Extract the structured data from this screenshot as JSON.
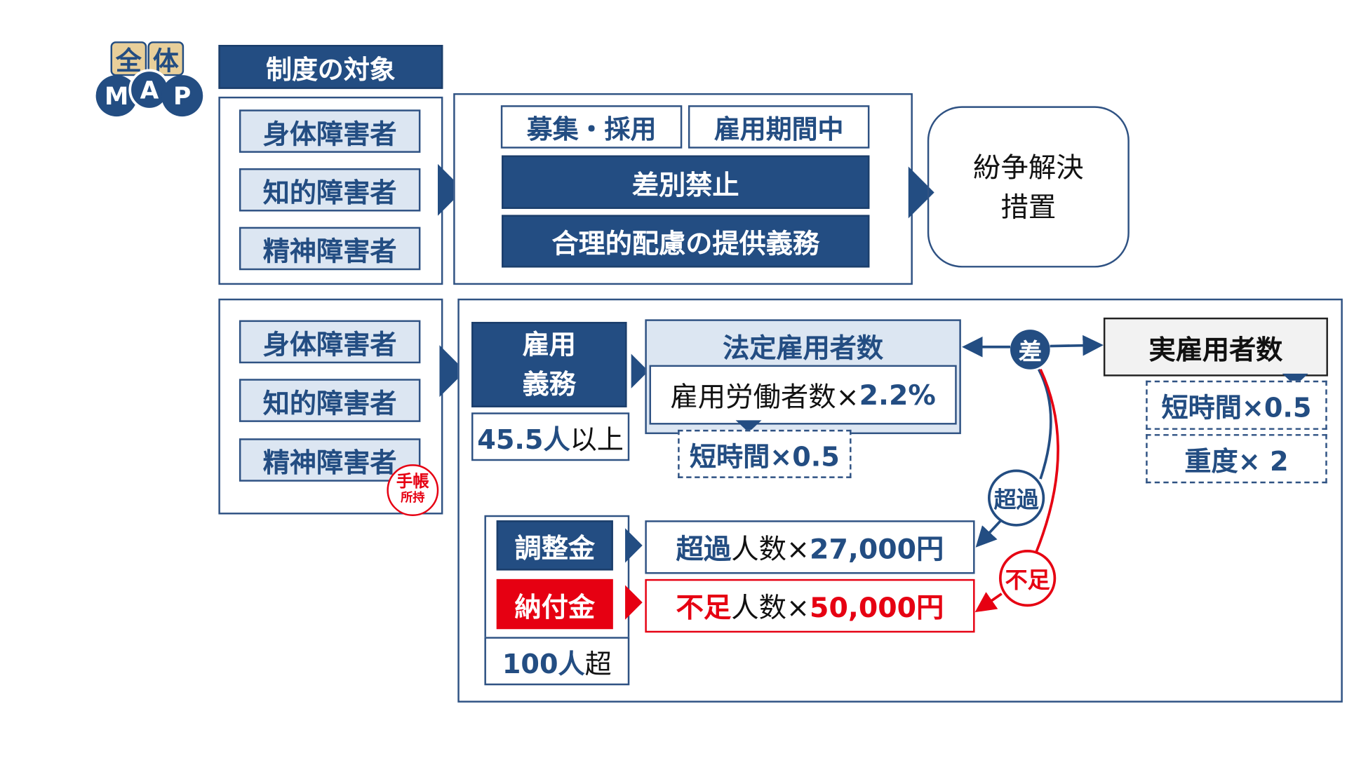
{
  "logo": {
    "top": [
      "全",
      "体"
    ],
    "bottom": [
      "M",
      "A",
      "P"
    ]
  },
  "top_section": {
    "header": "制度の対象",
    "targets": [
      "身体障害者",
      "知的障害者",
      "精神障害者"
    ],
    "phases": [
      "募集・採用",
      "雇用期間中"
    ],
    "prohibition": "差別禁止",
    "accommodation": "合理的配慮の提供義務",
    "dispute": [
      "紛争解決",
      "措置"
    ]
  },
  "bottom_section": {
    "targets": [
      "身体障害者",
      "知的障害者",
      "精神障害者"
    ],
    "stamp": [
      "手帳",
      "所持"
    ],
    "obligation": [
      "雇用",
      "義務"
    ],
    "threshold": {
      "num": "45.5人",
      "rest": "以上"
    },
    "legal_count": {
      "title": "法定雇用者数",
      "formula_text": "雇用労働者数×",
      "formula_rate": "2.2%"
    },
    "legal_short": "短時間×0.5",
    "diff": "差",
    "actual": {
      "title": "実雇用者数",
      "short": "短時間×0.5",
      "severe": "重度× 2"
    },
    "excess_label": "超過",
    "shortage_label": "不足",
    "adjustment": {
      "label": "調整金",
      "k1": "超過",
      "k2": "人数×",
      "amount": "27,000円"
    },
    "levy": {
      "label": "納付金",
      "k1": "不足",
      "k2": "人数×",
      "amount": "50,000円"
    },
    "levy_threshold": {
      "num": "100人",
      "rest": "超"
    }
  },
  "colors": {
    "navy": "#234d82",
    "light": "#dce6f2",
    "red": "#e60012"
  }
}
